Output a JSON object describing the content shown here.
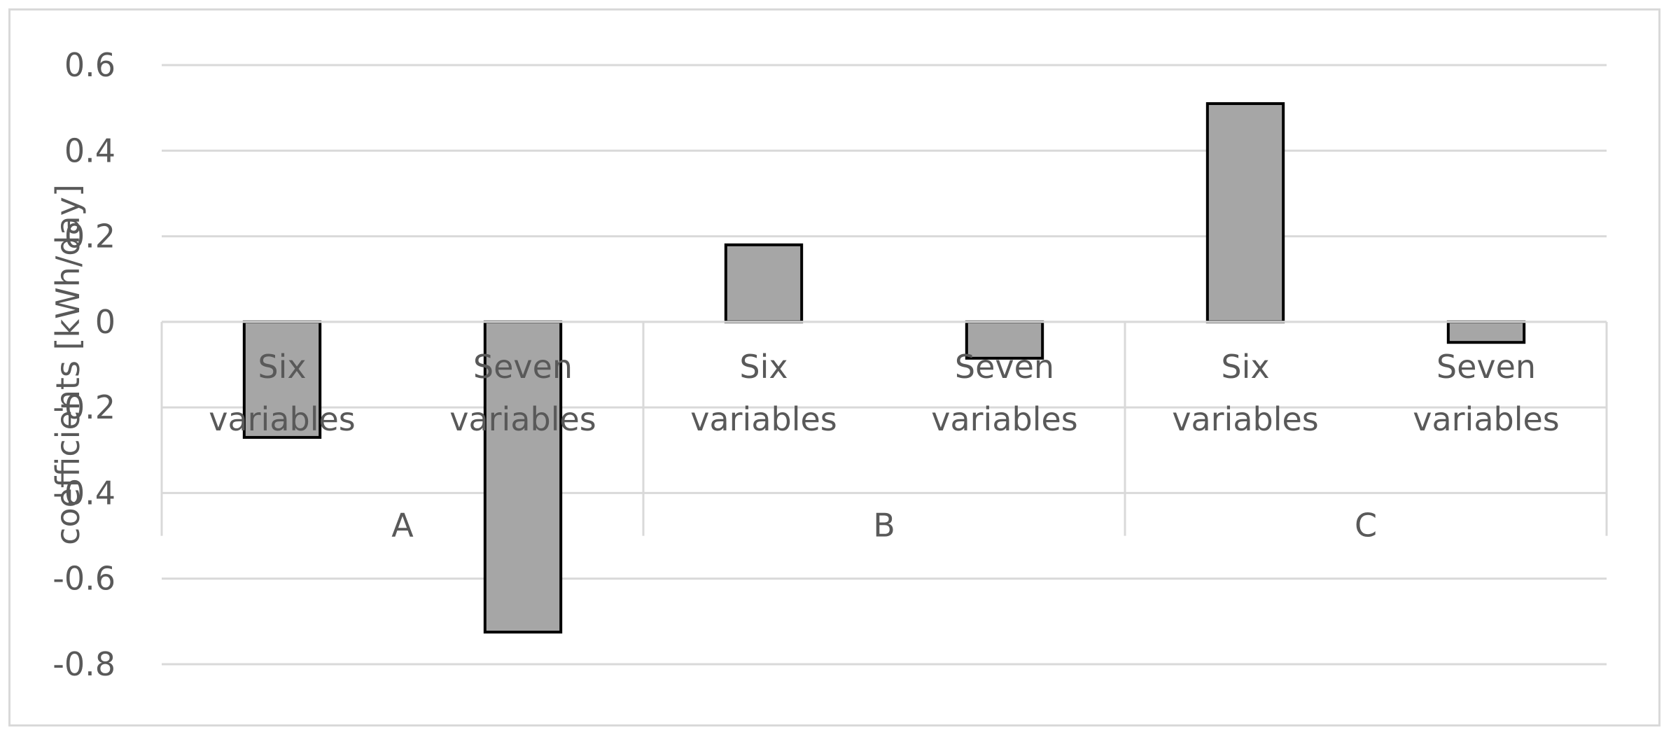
{
  "chart_data": {
    "type": "bar",
    "ylabel": "coefficients [kWh/day]",
    "ylim": [
      -0.8,
      0.6
    ],
    "yticks": [
      0.6,
      0.4,
      0.2,
      0,
      -0.2,
      -0.4,
      -0.6,
      -0.8
    ],
    "ytick_labels": [
      "0.6",
      "0.4",
      "0.2",
      "0",
      "-0.2",
      "-0.4",
      "-0.6",
      "-0.8"
    ],
    "grid": true,
    "groups": [
      {
        "name": "A",
        "categories": [
          {
            "label_line1": "Six",
            "label_line2": "variables",
            "value": -0.27
          },
          {
            "label_line1": "Seven",
            "label_line2": "variables",
            "value": -0.725
          }
        ]
      },
      {
        "name": "B",
        "categories": [
          {
            "label_line1": "Six",
            "label_line2": "variables",
            "value": 0.18
          },
          {
            "label_line1": "Seven",
            "label_line2": "variables",
            "value": -0.085
          }
        ]
      },
      {
        "name": "C",
        "categories": [
          {
            "label_line1": "Six",
            "label_line2": "variables",
            "value": 0.51
          },
          {
            "label_line1": "Seven",
            "label_line2": "variables",
            "value": -0.048
          }
        ]
      }
    ],
    "colors": {
      "bar_fill": "#a6a6a6",
      "bar_stroke": "#000000",
      "grid": "#d9d9d9",
      "text": "#595959"
    }
  }
}
